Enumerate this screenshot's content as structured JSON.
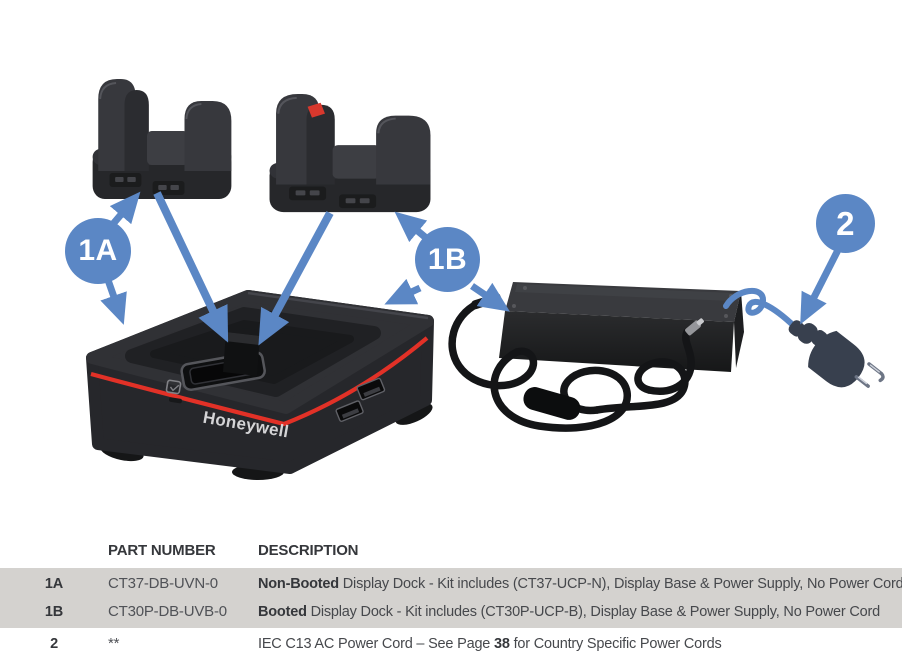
{
  "colors": {
    "accent_blue": "#5b87c5",
    "honeywell_red": "#e23127",
    "table_band_gray": "#d4d2cf",
    "device_dark": "#2a2b2e",
    "plug_navy": "#38404e"
  },
  "callouts": [
    {
      "label": "1A"
    },
    {
      "label": "1B"
    },
    {
      "label": "2"
    }
  ],
  "diagram": {
    "dock_brand": "Honeywell"
  },
  "table": {
    "headers": {
      "part_number": "PART NUMBER",
      "description": "DESCRIPTION"
    },
    "rows": [
      {
        "item": "1A",
        "part_number": "CT37-DB-UVN-0",
        "desc_bold": "Non-Booted",
        "desc_rest": " Display Dock - Kit includes (CT37-UCP-N), Display Base & Power Supply, No Power Cord"
      },
      {
        "item": "1B",
        "part_number": "CT30P-DB-UVB-0",
        "desc_bold": "Booted",
        "desc_rest": " Display Dock - Kit includes (CT30P-UCP-B), Display Base & Power Supply, No Power Cord"
      },
      {
        "item": "2",
        "part_number": "**",
        "desc_pre": "IEC C13 AC Power Cord – See Page ",
        "desc_bold": "38",
        "desc_post": " for Country Specific Power Cords"
      }
    ]
  }
}
